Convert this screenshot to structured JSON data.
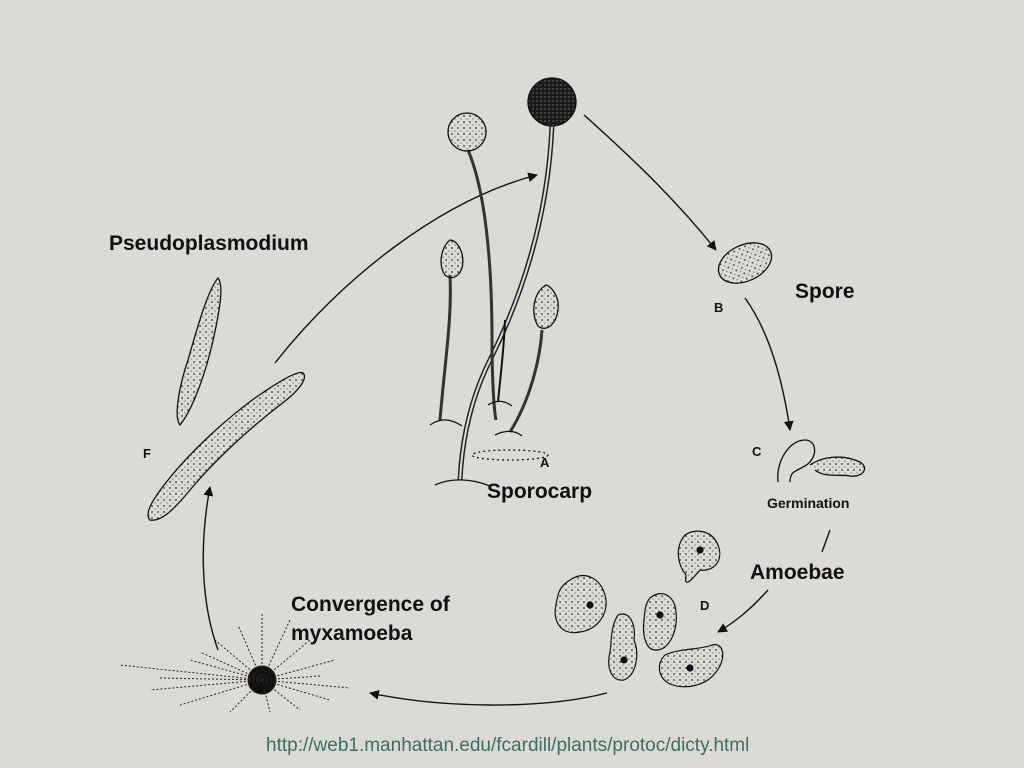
{
  "diagram": {
    "stages": {
      "a": {
        "letter": "A",
        "label": "Sporocarp"
      },
      "b": {
        "letter": "B",
        "label": "Spore"
      },
      "c": {
        "letter": "C",
        "label": "Germination"
      },
      "d": {
        "letter": "D",
        "label": "Amoebae"
      },
      "e": {
        "label_line1": "Convergence of",
        "label_line2": "myxamoeba"
      },
      "f": {
        "letter": "F",
        "label": "Pseudoplasmodium"
      }
    }
  },
  "footer": {
    "url": "http://web1.manhattan.edu/fcardill/plants/protoc/dicty.html"
  },
  "colors": {
    "background": "#dcdad4",
    "ink": "#111111",
    "link": "#3a6f68"
  }
}
